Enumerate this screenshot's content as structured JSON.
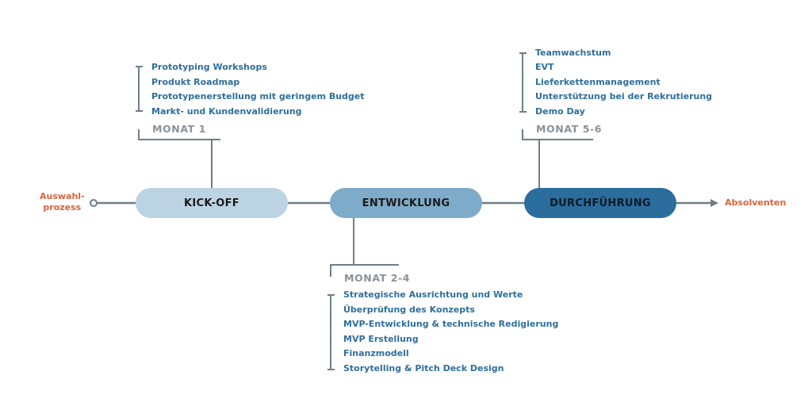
{
  "colors": {
    "line": "#6e7e89",
    "text_blue": "#2e6f9c",
    "month_gray": "#8a9299",
    "accent_orange": "#d9643a",
    "kickoff_fill": "#bcd3e4",
    "entwicklung_fill": "#7eabc9",
    "durchfuehrung_fill": "#2b6d9d",
    "pill_text_dark": "#1a1a1a",
    "pill_text_light": "#0e1a24"
  },
  "start": {
    "line1": "Auswahl-",
    "line2": "prozess"
  },
  "end": {
    "label": "Absolventen"
  },
  "phases": [
    {
      "label": "KICK-OFF"
    },
    {
      "label": "ENTWICKLUNG"
    },
    {
      "label": "DURCHFÜHRUNG"
    }
  ],
  "kickoff_details": {
    "month": "MONAT 1",
    "items": [
      "Prototyping Workshops",
      "Produkt Roadmap",
      "Prototypenerstellung mit geringem Budget",
      "Markt- und Kundenvalidierung"
    ]
  },
  "entwicklung_details": {
    "month": "MONAT 2-4",
    "items": [
      "Strategische Ausrichtung und Werte",
      "Überprüfung des Konzepts",
      "MVP-Entwicklung & technische Redigierung",
      "MVP Erstellung",
      "Finanzmodell",
      "Storytelling & Pitch Deck Design"
    ]
  },
  "durchfuehrung_details": {
    "month": "MONAT 5-6",
    "items": [
      "Teamwachstum",
      "EVT",
      "Lieferkettenmanagement",
      "Unterstützung bei der Rekrutierung",
      "Demo Day"
    ]
  }
}
